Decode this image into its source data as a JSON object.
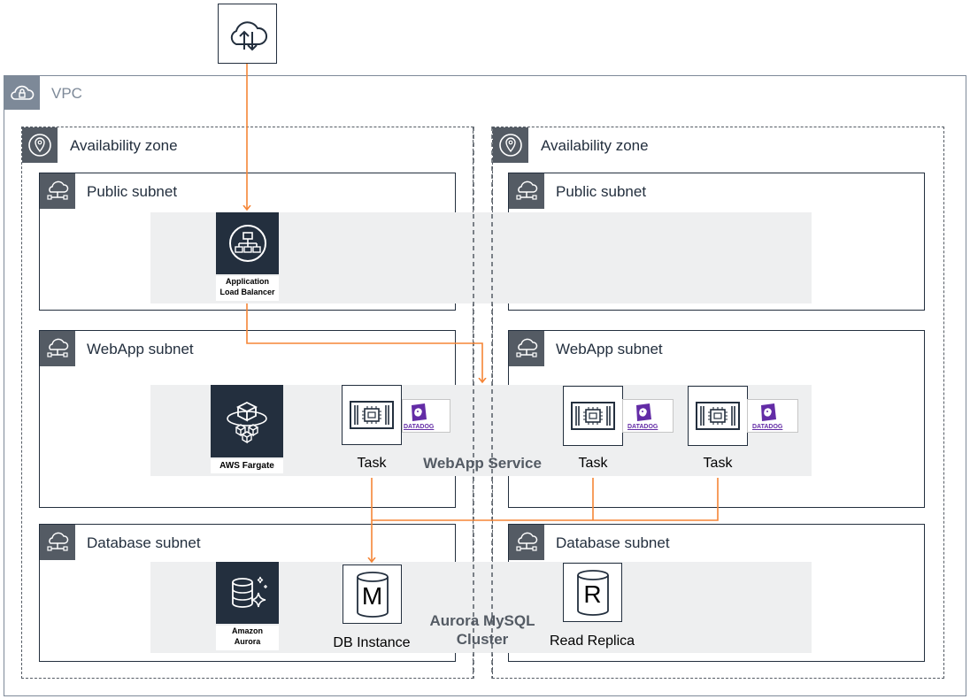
{
  "internet": {
    "icon": "cloud-upload-download-icon"
  },
  "vpc": {
    "label": "VPC",
    "icon": "cloud-lock-icon"
  },
  "zones": [
    {
      "label": "Availability zone",
      "icon": "location-pin-icon",
      "public_subnet": {
        "label": "Public subnet",
        "icon": "subnet-cloud-icon"
      },
      "webapp_subnet": {
        "label": "WebApp subnet",
        "icon": "subnet-cloud-icon"
      },
      "database_subnet": {
        "label": "Database subnet",
        "icon": "subnet-cloud-icon"
      }
    },
    {
      "label": "Availability zone",
      "icon": "location-pin-icon",
      "public_subnet": {
        "label": "Public subnet",
        "icon": "subnet-cloud-icon"
      },
      "webapp_subnet": {
        "label": "WebApp subnet",
        "icon": "subnet-cloud-icon"
      },
      "database_subnet": {
        "label": "Database subnet",
        "icon": "subnet-cloud-icon"
      }
    }
  ],
  "services": {
    "alb": {
      "line1": "Application",
      "line2": "Load Balancer",
      "icon": "load-balancer-icon"
    },
    "fargate": {
      "caption": "AWS Fargate",
      "icon": "fargate-icon"
    },
    "aurora": {
      "line1": "Amazon",
      "line2": "Aurora",
      "icon": "aurora-database-icon"
    }
  },
  "tasks": [
    {
      "caption": "Task",
      "icon": "container-chip-icon",
      "badge": "DATADOG"
    },
    {
      "caption": "Task",
      "icon": "container-chip-icon",
      "badge": "DATADOG"
    },
    {
      "caption": "Task",
      "icon": "container-chip-icon",
      "badge": "DATADOG"
    }
  ],
  "groups": {
    "webapp_service": "WebApp Service",
    "aurora_cluster_line1": "Aurora MySQL",
    "aurora_cluster_line2": "Cluster"
  },
  "db": {
    "instance": {
      "letter": "M",
      "caption": "DB Instance"
    },
    "replica": {
      "letter": "R",
      "caption": "Read Replica"
    }
  },
  "colors": {
    "connector": "#f58536",
    "dark_navy": "#232f3e",
    "badge_gray": "#545b64",
    "band_gray": "#eeeff0",
    "datadog_purple": "#632ca6"
  }
}
